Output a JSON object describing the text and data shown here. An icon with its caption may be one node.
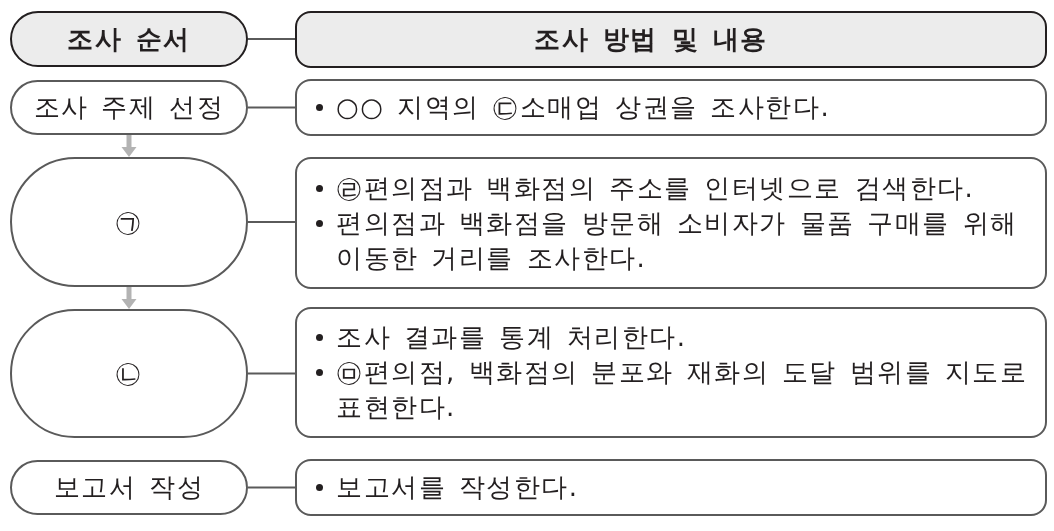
{
  "diagram": {
    "nodes": [
      {
        "text": [
          "조사 순서"
        ]
      },
      {
        "text": [
          "조사 방법 및 내용"
        ]
      },
      {
        "text": [
          "조사 주제 선정"
        ]
      },
      {
        "text": [
          "○○ 지역의 ㉢소매업 상권을 조사한다."
        ]
      },
      {
        "text": [
          "㉠"
        ]
      },
      {
        "text": [
          "㉣편의점과 백화점의 주소를 인터넷으로 검색한다.",
          "편의점과 백화점을 방문해 소비자가 물품 구매를 위해 이동한 거리를 조사한다."
        ]
      },
      {
        "text": [
          "㉡"
        ]
      },
      {
        "text": [
          "조사 결과를 통계 처리한다.",
          "㉤편의점, 백화점의 분포와 재화의 도달 범위를 지도로 표현한다."
        ]
      },
      {
        "text": [
          "보고서 작성"
        ]
      },
      {
        "text": [
          "보고서를 작성한다."
        ]
      }
    ],
    "edges": [
      {
        "from": 0,
        "to": 1,
        "arrow": "none"
      },
      {
        "from": 2,
        "to": 3,
        "arrow": "none"
      },
      {
        "from": 2,
        "to": 4,
        "arrow": "to",
        "style": "thick",
        "color": "#b3b3b3"
      },
      {
        "from": 4,
        "to": 5,
        "arrow": "none"
      },
      {
        "from": 4,
        "to": 6,
        "arrow": "to",
        "style": "thick",
        "color": "#b3b3b3"
      },
      {
        "from": 6,
        "to": 7,
        "arrow": "none"
      },
      {
        "from": 8,
        "to": 9,
        "arrow": "none"
      }
    ]
  }
}
